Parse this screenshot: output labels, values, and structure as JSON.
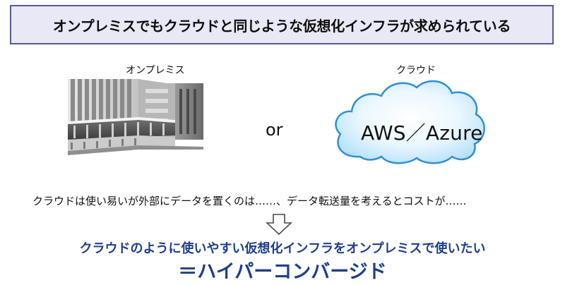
{
  "headline": "オンプレミスでもクラウドと同じような仮想化インフラが求められている",
  "options": {
    "onprem_label": "オンプレミス",
    "or_label": "or",
    "cloud_label": "クラウド",
    "cloud_providers": "AWS／Azure"
  },
  "concern": "クラウドは使い易いが外部にデータを置くのは……、データ転送量を考えるとコストが……",
  "conclusion": {
    "line": "クラウドのように使いやすい仮想化インフラをオンプレミスで使いたい",
    "answer": "＝ハイパーコンバージド"
  },
  "colors": {
    "headline_fill": "#e8e8f6",
    "headline_border": "#595a92",
    "conclusion_text": "#1e3f8c",
    "cloud_fill": "#d9f1ff",
    "cloud_outline": "#2f8fd8"
  },
  "icons": {
    "building": "office-building-icon",
    "cloud": "cloud-icon",
    "arrow": "down-arrow-icon"
  }
}
